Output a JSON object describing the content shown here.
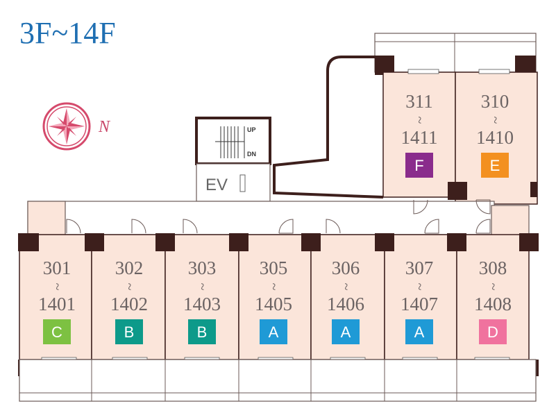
{
  "title": "3F~14F",
  "compass_label": "N",
  "elevator_label": "EV",
  "stairs": {
    "up": "UP",
    "down": "DN"
  },
  "colors": {
    "room_fill": "#fbe5da",
    "wall": "#3d1f1c",
    "A": "#1f9ad6",
    "B": "#0d9a8a",
    "C": "#7dc142",
    "D": "#f0729e",
    "E": "#f39020",
    "F": "#8a2c8c",
    "title": "#1f6fb2",
    "compass": "#d54a6c"
  },
  "units": [
    {
      "top": "301",
      "sep": "~",
      "bottom": "1401",
      "type": "C"
    },
    {
      "top": "302",
      "sep": "~",
      "bottom": "1402",
      "type": "B"
    },
    {
      "top": "303",
      "sep": "~",
      "bottom": "1403",
      "type": "B"
    },
    {
      "top": "305",
      "sep": "~",
      "bottom": "1405",
      "type": "A"
    },
    {
      "top": "306",
      "sep": "~",
      "bottom": "1406",
      "type": "A"
    },
    {
      "top": "307",
      "sep": "~",
      "bottom": "1407",
      "type": "A"
    },
    {
      "top": "308",
      "sep": "~",
      "bottom": "1408",
      "type": "D"
    },
    {
      "top": "311",
      "sep": "~",
      "bottom": "1411",
      "type": "F"
    },
    {
      "top": "310",
      "sep": "~",
      "bottom": "1410",
      "type": "E"
    }
  ]
}
